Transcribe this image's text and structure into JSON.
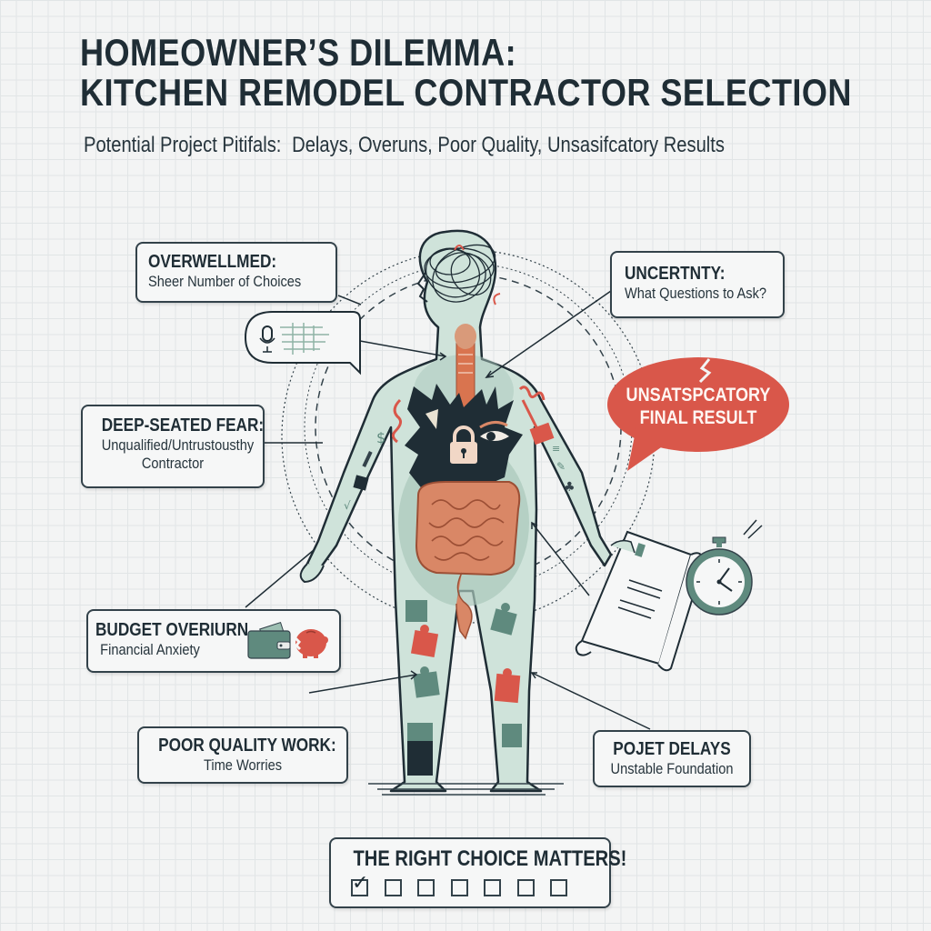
{
  "header": {
    "title_line1": "HOMEOWNER’S DILEMMA:",
    "title_line2": "KITCHEN REMODEL CONTRACTOR SELECTION",
    "subtitle_label": "Potential Project Pitifals:",
    "subtitle_items": "Delays, Overuns, Poor Quality, Unsasifcatory Results"
  },
  "callouts": {
    "overwhelmed": {
      "heading": "OVERWELLMED:",
      "subtext": "Sheer Number of Choices"
    },
    "uncertainty": {
      "heading": "UNCERTNTY:",
      "subtext": "What Questions to Ask?"
    },
    "fear": {
      "heading": "DEEP-SEATED FEAR:",
      "subtext_line1": "Unqualified/Untrustousthy",
      "subtext_line2": "Contractor"
    },
    "budget": {
      "heading": "BUDGET OVERIURN",
      "subtext": "Financial Anxiety"
    },
    "quality": {
      "heading": "POOR QUALITY WORK:",
      "subtext": "Time Worries"
    },
    "delays": {
      "heading": "POJET DELAYS",
      "subtext": "Unstable Foundation"
    }
  },
  "warning_bubble": {
    "line1": "UNSATSPCATORY",
    "line2": "FINAL RESULT"
  },
  "footer": {
    "title": "THE RIGHT CHOICE MATTERS!",
    "checkboxes": [
      true,
      false,
      false,
      false,
      false,
      false,
      false
    ]
  },
  "icons": {
    "microphone": "microphone-icon",
    "wallet": "wallet-icon",
    "piggy_bank": "piggy-bank-icon",
    "padlock": "padlock-icon",
    "stopwatch": "stopwatch-icon",
    "blueprint": "blueprint-document-icon",
    "puzzle": "puzzle-piece-icon"
  },
  "colors": {
    "ink": "#1f2d35",
    "accent_red": "#d9574a",
    "body_green": "#cfe3da",
    "dark_green": "#5f8a7e",
    "organ_orange": "#d98766",
    "background": "#f3f4f4"
  }
}
